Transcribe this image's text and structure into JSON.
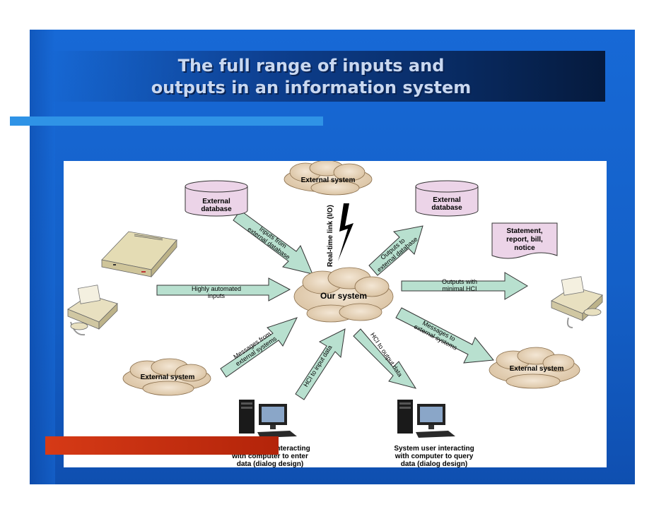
{
  "slide": {
    "title_line1": "The full range of inputs and",
    "title_line2": "outputs in an information system"
  },
  "diagram": {
    "center": "Our system",
    "clouds": {
      "top": "External system",
      "left": "External system",
      "right": "External system"
    },
    "databases": {
      "left": [
        "External",
        "database"
      ],
      "right": [
        "External",
        "database"
      ]
    },
    "document": [
      "Statement,",
      "report, bill,",
      "notice"
    ],
    "realtime_link": "Real-time link (I/O)",
    "arrows": {
      "inputs_ext_db": [
        "Inputs from",
        "external database"
      ],
      "outputs_ext_db": [
        "Outputs to",
        "external database"
      ],
      "highly_automated": [
        "Highly automated",
        "inputs"
      ],
      "minimal_hci": [
        "Outputs with",
        "minimal HCI"
      ],
      "messages_from": [
        "Messages from",
        "external systems"
      ],
      "messages_to": [
        "Messages to",
        "external systems"
      ],
      "hci_input": "HCI to input data",
      "hci_output": "HCI to output data"
    },
    "users": {
      "left": [
        "System user interacting",
        "with computer to enter",
        "data (dialog design)"
      ],
      "right": [
        "System user interacting",
        "with computer to query",
        "data (dialog design)"
      ]
    },
    "icons": [
      "modem-icon",
      "fax-machine-icon",
      "fax-machine-icon",
      "desktop-computer-icon",
      "desktop-computer-icon",
      "lightning-bolt-icon",
      "document-icon",
      "database-icon"
    ]
  }
}
